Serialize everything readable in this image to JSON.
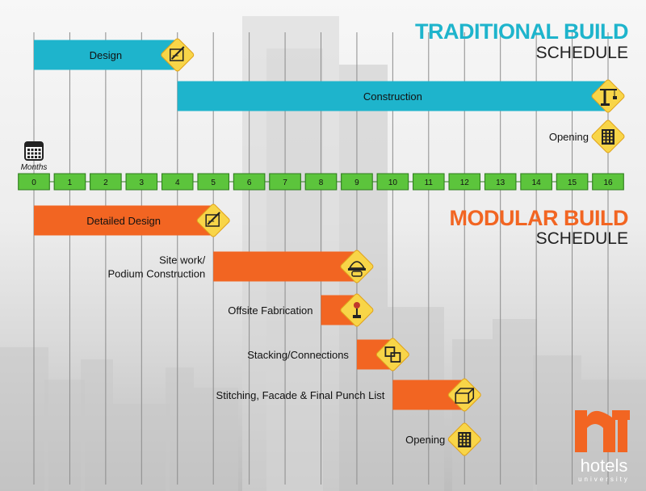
{
  "colors": {
    "traditional": "#1eb4cc",
    "modular": "#f26522",
    "axis_green": "#5cc43c",
    "axis_green_border": "#2f7d1e",
    "diamond": "#f8d548",
    "diamond_border": "#e0a21a",
    "grid": "#8c8c8c"
  },
  "brand": {
    "logo_text": "hotels",
    "logo_sub": "university"
  },
  "chart_data": {
    "type": "gantt",
    "axis": {
      "label": "Months",
      "ticks": [
        0,
        1,
        2,
        3,
        4,
        5,
        6,
        7,
        8,
        9,
        10,
        11,
        12,
        13,
        14,
        15,
        16
      ],
      "xlim": [
        0,
        16
      ]
    },
    "groups": [
      {
        "title_main": "TRADITIONAL BUILD",
        "title_sub": "SCHEDULE",
        "color_key": "traditional",
        "tasks": [
          {
            "label": "Design",
            "start": 0,
            "end": 4,
            "icon": "drafting-icon",
            "label_pos": "inside"
          },
          {
            "label": "Construction",
            "start": 4,
            "end": 16,
            "icon": "crane-icon",
            "label_pos": "inside"
          },
          {
            "label": "Opening",
            "start": 16,
            "end": 16,
            "icon": "building-icon",
            "milestone": true,
            "label_pos": "left"
          }
        ]
      },
      {
        "title_main": "MODULAR BUILD",
        "title_sub": "SCHEDULE",
        "color_key": "modular",
        "tasks": [
          {
            "label": "Detailed Design",
            "start": 0,
            "end": 5,
            "icon": "drafting-icon",
            "label_pos": "inside"
          },
          {
            "label": "Site work/\nPodium Construction",
            "start": 5,
            "end": 9,
            "icon": "hardhat-icon",
            "label_pos": "left"
          },
          {
            "label": "Offsite Fabrication",
            "start": 8,
            "end": 9,
            "icon": "welder-icon",
            "label_pos": "left"
          },
          {
            "label": "Stacking/Connections",
            "start": 9,
            "end": 10,
            "icon": "stack-icon",
            "label_pos": "left"
          },
          {
            "label": "Stitching, Facade & Final Punch List",
            "start": 10,
            "end": 12,
            "icon": "box-icon",
            "label_pos": "left"
          },
          {
            "label": "Opening",
            "start": 12,
            "end": 12,
            "icon": "building-icon",
            "milestone": true,
            "label_pos": "left"
          }
        ]
      }
    ]
  }
}
